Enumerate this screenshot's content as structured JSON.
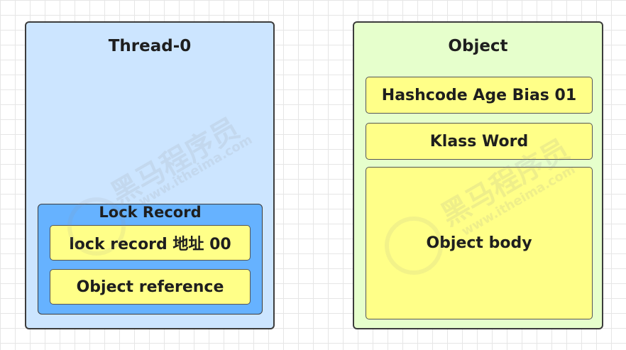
{
  "thread": {
    "title": "Thread-0",
    "lock_record": {
      "title": "Lock Record",
      "fields": [
        "lock  record 地址 00",
        "Object reference"
      ]
    }
  },
  "object": {
    "title": "Object",
    "fields": [
      "Hashcode Age Bias 01",
      "Klass Word",
      "Object body"
    ]
  },
  "watermark": {
    "brand": "黑马程序员",
    "url": "www.itheima.com"
  },
  "colors": {
    "thread_bg": "#cce5ff",
    "lock_record_bg": "#66b2ff",
    "object_bg": "#e6ffcc",
    "field_bg": "#ffff88",
    "border": "#3c3c3c"
  }
}
